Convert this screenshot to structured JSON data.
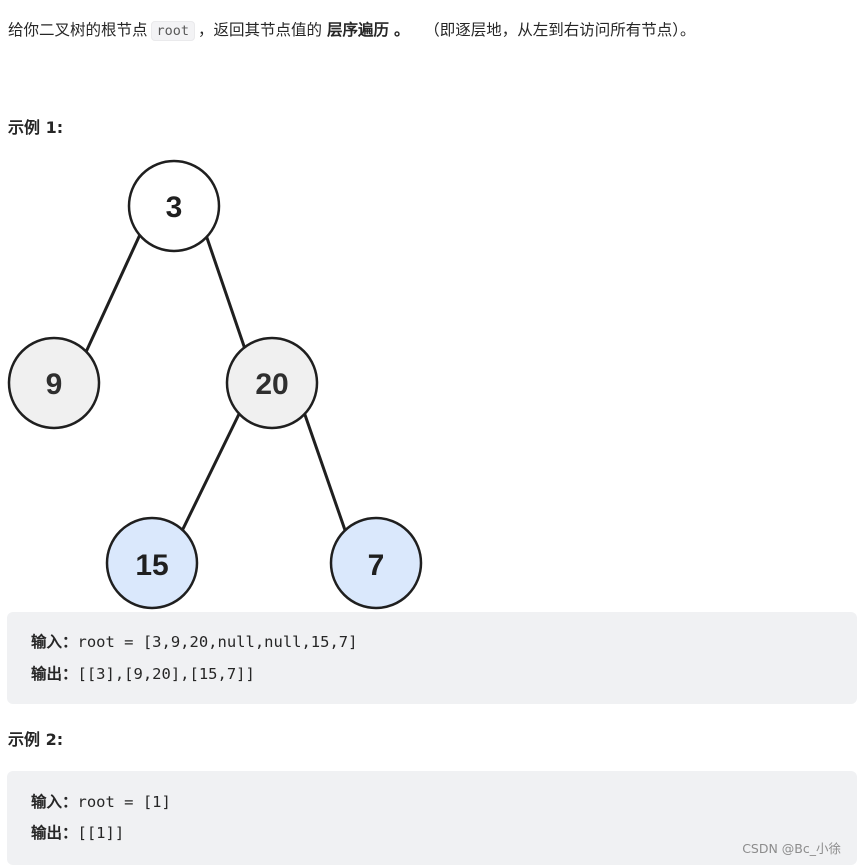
{
  "problem": {
    "text_before_code": "给你二叉树的根节点",
    "code": "root",
    "text_after_code": "，返回其节点值的",
    "bold_term": "层序遍历",
    "period": "。",
    "note": "（即逐层地，从左到右访问所有节点）。"
  },
  "examples": [
    {
      "heading": "示例 1:",
      "tree": {
        "nodes": [
          {
            "value": "3",
            "fill": "#ffffff"
          },
          {
            "value": "9",
            "fill": "#f0f0f0"
          },
          {
            "value": "20",
            "fill": "#f0f0f0"
          },
          {
            "value": "15",
            "fill": "#dae8fc"
          },
          {
            "value": "7",
            "fill": "#dae8fc"
          }
        ]
      },
      "input_label": "输入：",
      "input_value": "root = [3,9,20,null,null,15,7]",
      "output_label": "输出：",
      "output_value": "[[3],[9,20],[15,7]]"
    },
    {
      "heading": "示例 2:",
      "input_label": "输入：",
      "input_value": "root = [1]",
      "output_label": "输出：",
      "output_value": "[[1]]"
    }
  ],
  "watermark": "CSDN @Bc_小徐"
}
